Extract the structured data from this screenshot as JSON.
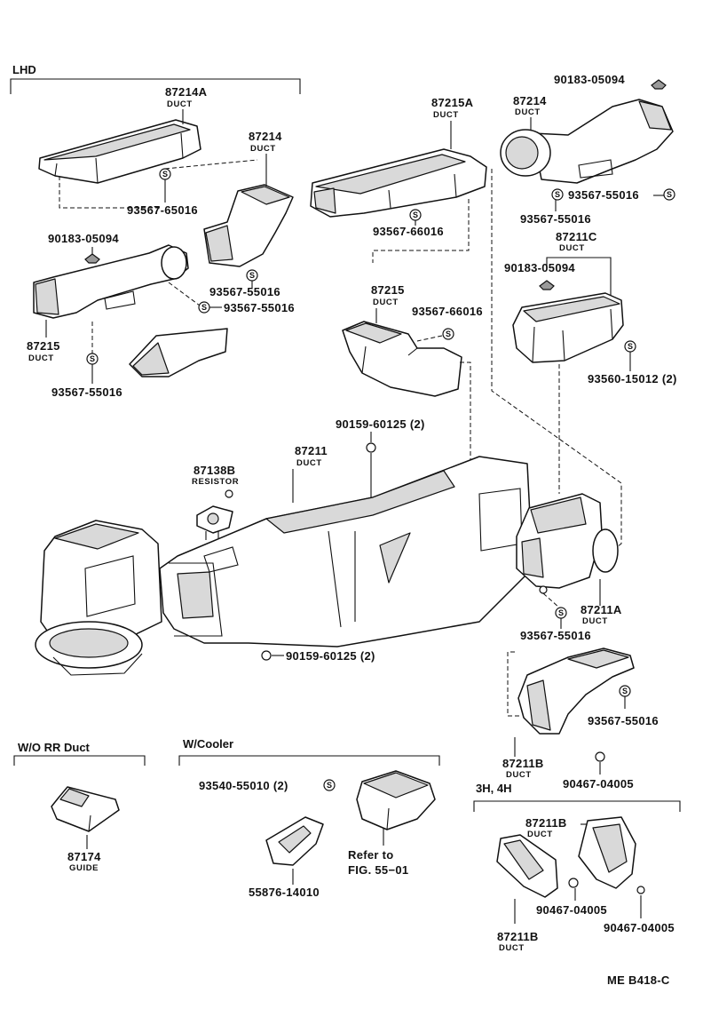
{
  "sections": {
    "lhd": "LHD",
    "wo_rr_duct": "W/O  RR  Duct",
    "w_cooler": "W/Cooler",
    "h3h4": "3H, 4H"
  },
  "parts": {
    "p87214a": {
      "number": "87214A",
      "name": "DUCT"
    },
    "p87214_lhd": {
      "number": "87214",
      "name": "DUCT"
    },
    "p87215_lhd": {
      "number": "87215",
      "name": "DUCT"
    },
    "p87215a": {
      "number": "87215A",
      "name": "DUCT"
    },
    "p87215": {
      "number": "87215",
      "name": "DUCT"
    },
    "p87214": {
      "number": "87214",
      "name": "DUCT"
    },
    "p87211c": {
      "number": "87211C",
      "name": "DUCT"
    },
    "p87211": {
      "number": "87211",
      "name": "DUCT"
    },
    "p87138b": {
      "number": "87138B",
      "name": "RESISTOR"
    },
    "p87211a": {
      "number": "87211A",
      "name": "DUCT"
    },
    "p87211b": {
      "number": "87211B",
      "name": "DUCT"
    },
    "p87174": {
      "number": "87174",
      "name": "GUIDE"
    },
    "p87211b_3h_top": {
      "number": "87211B",
      "name": "DUCT"
    },
    "p87211b_3h_bot": {
      "number": "87211B",
      "name": "DUCT"
    }
  },
  "fasteners": {
    "f_65016": "93567-65016",
    "f_lhd_clip": "90183-05094",
    "f_lhd_55016a": "93567-55016",
    "f_lhd_55016b": "93567-55016",
    "f_lhd_55016c": "93567-55016",
    "f_66016a": "93567-66016",
    "f_66016b": "93567-66016",
    "f_top_clip": "90183-05094",
    "f_87214_55016a": "93567-55016",
    "f_87214_55016b": "93567-55016",
    "f_c_clip": "90183-05094",
    "f_15012": "93560-15012 (2)",
    "f_60125a": "90159-60125 (2)",
    "f_60125b": "90159-60125 (2)",
    "f_211a_55016": "93567-55016",
    "f_211b_55016": "93567-55016",
    "f_04005_main": "90467-04005",
    "f_55010": "93540-55010 (2)",
    "f_14010": "55876-14010",
    "f_04005_3ha": "90467-04005",
    "f_04005_3hb": "90467-04005"
  },
  "refer": {
    "line1": "Refer to",
    "line2": "FIG. 55−01"
  },
  "s_symbol": "S",
  "figure_code": "ME B418-C"
}
